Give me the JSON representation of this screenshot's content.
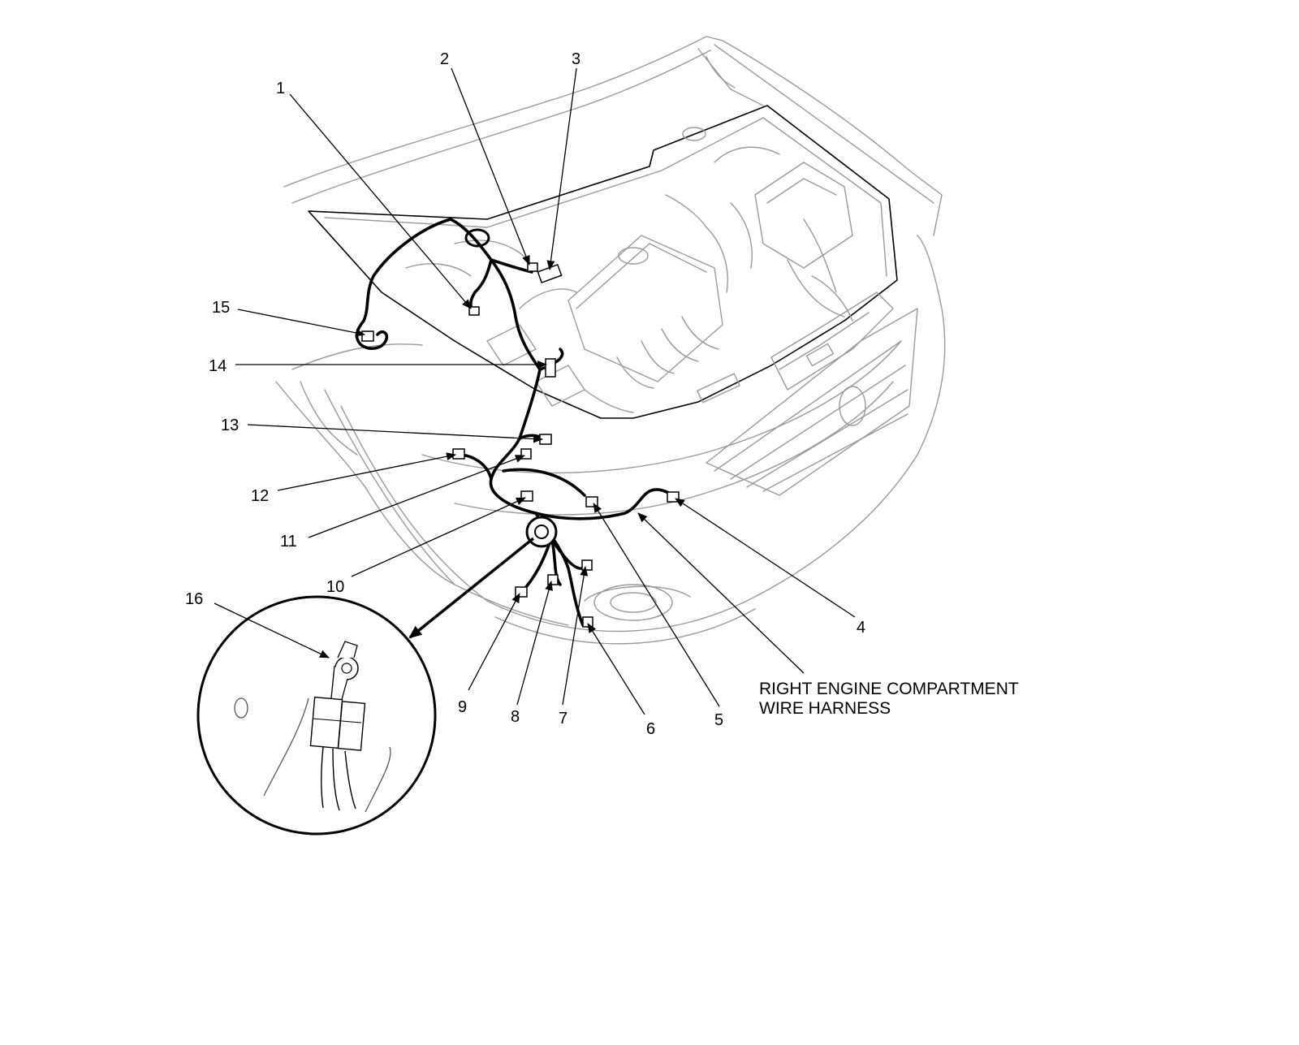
{
  "callouts": {
    "c1": "1",
    "c2": "2",
    "c3": "3",
    "c4": "4",
    "c5": "5",
    "c6": "6",
    "c7": "7",
    "c8": "8",
    "c9": "9",
    "c10": "10",
    "c11": "11",
    "c12": "12",
    "c13": "13",
    "c14": "14",
    "c15": "15",
    "c16": "16"
  },
  "harness_label": {
    "line1": "RIGHT ENGINE COMPARTMENT",
    "line2": "WIRE HARNESS"
  }
}
